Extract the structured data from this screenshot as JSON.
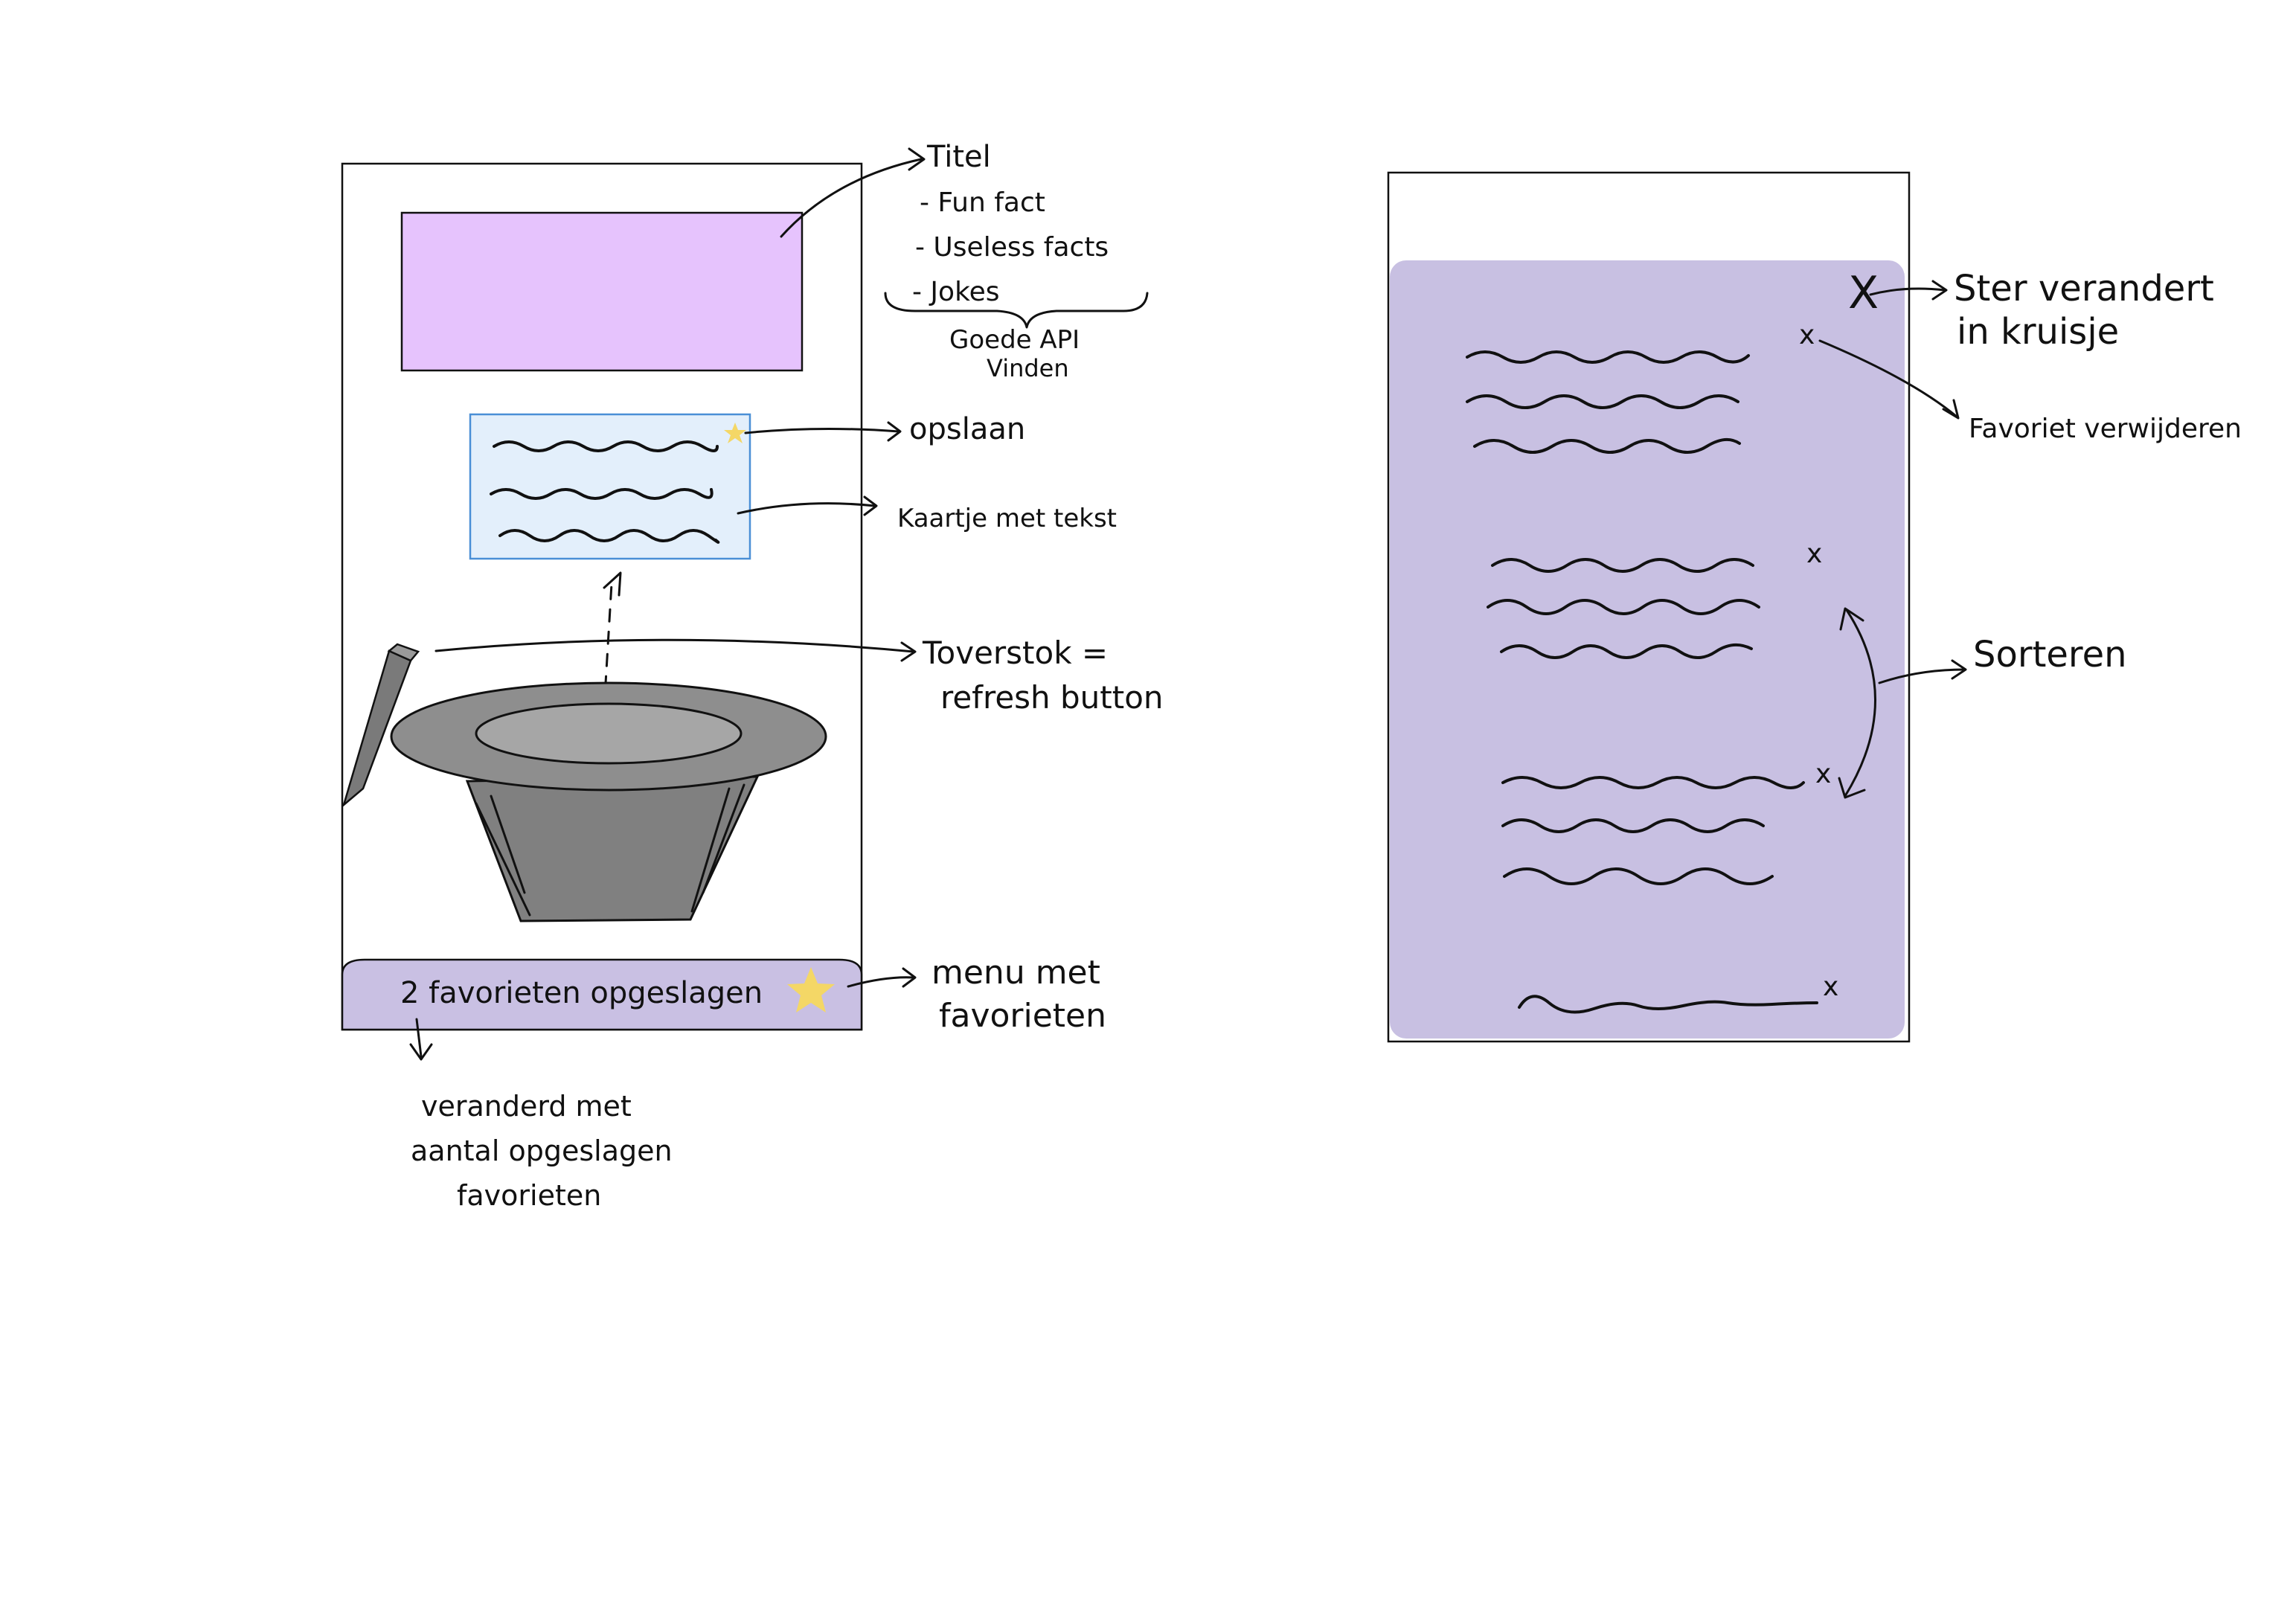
{
  "colors": {
    "title_box": "#e6c3fd",
    "card": "#e3effb",
    "card_border": "#4a8fd6",
    "hat": "#808080",
    "hat_brim": "#8e8e8e",
    "hat_inner": "#a6a6a6",
    "menu_bar": "#c9c0e3",
    "favorites_panel": "#c8c0e2",
    "star": "#f4d766"
  },
  "icons": {
    "save_star": "star-icon",
    "menu_star": "star-icon",
    "wand": "magic-wand-icon",
    "hat": "top-hat-icon",
    "panel_close": "close-icon",
    "item_remove": "close-icon"
  },
  "left_screen": {
    "annotations": {
      "title": "Titel",
      "title_options": [
        "- Fun fact",
        "- Useless facts",
        "- Jokes"
      ],
      "api_note": [
        "Goede API",
        "Vinden"
      ],
      "save": "opslaan",
      "card": "Kaartje met tekst",
      "wand": [
        "Toverstok =",
        "refresh button"
      ],
      "menu": [
        "menu met",
        "favorieten"
      ],
      "counter_note": [
        "veranderd met",
        "aantal opgeslagen",
        "favorieten"
      ]
    },
    "menu_bar": {
      "label": "2 favorieten opgeslagen"
    }
  },
  "right_screen": {
    "close_symbol": "X",
    "item_remove_symbol": "x",
    "annotations": {
      "star_to_cross": [
        "Ster verandert",
        "in kruisje"
      ],
      "remove_favorite": "Favoriet verwijderen",
      "sort": "Sorteren"
    }
  }
}
